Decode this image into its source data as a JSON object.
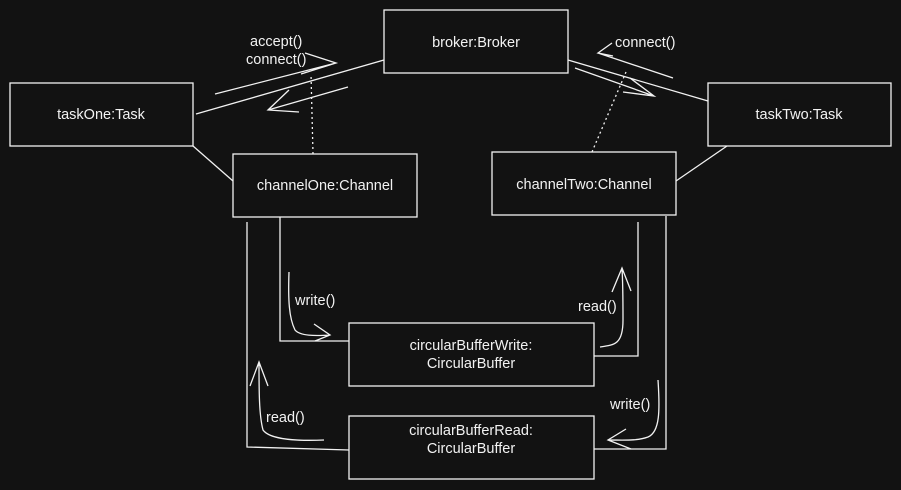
{
  "diagram": {
    "nodes": {
      "broker": "broker:Broker",
      "task_one": "taskOne:Task",
      "task_two": "taskTwo:Task",
      "channel_one": "channelOne:Channel",
      "channel_two": "channelTwo:Channel",
      "buffer_write_line1": "circularBufferWrite:",
      "buffer_write_line2": "CircularBuffer",
      "buffer_read_line1": "circularBufferRead:",
      "buffer_read_line2": "CircularBuffer"
    },
    "labels": {
      "accept": "accept()",
      "connect_left": "connect()",
      "connect_right": "connect()",
      "write_left": "write()",
      "read_left": "read()",
      "read_right": "read()",
      "write_right": "write()"
    }
  }
}
